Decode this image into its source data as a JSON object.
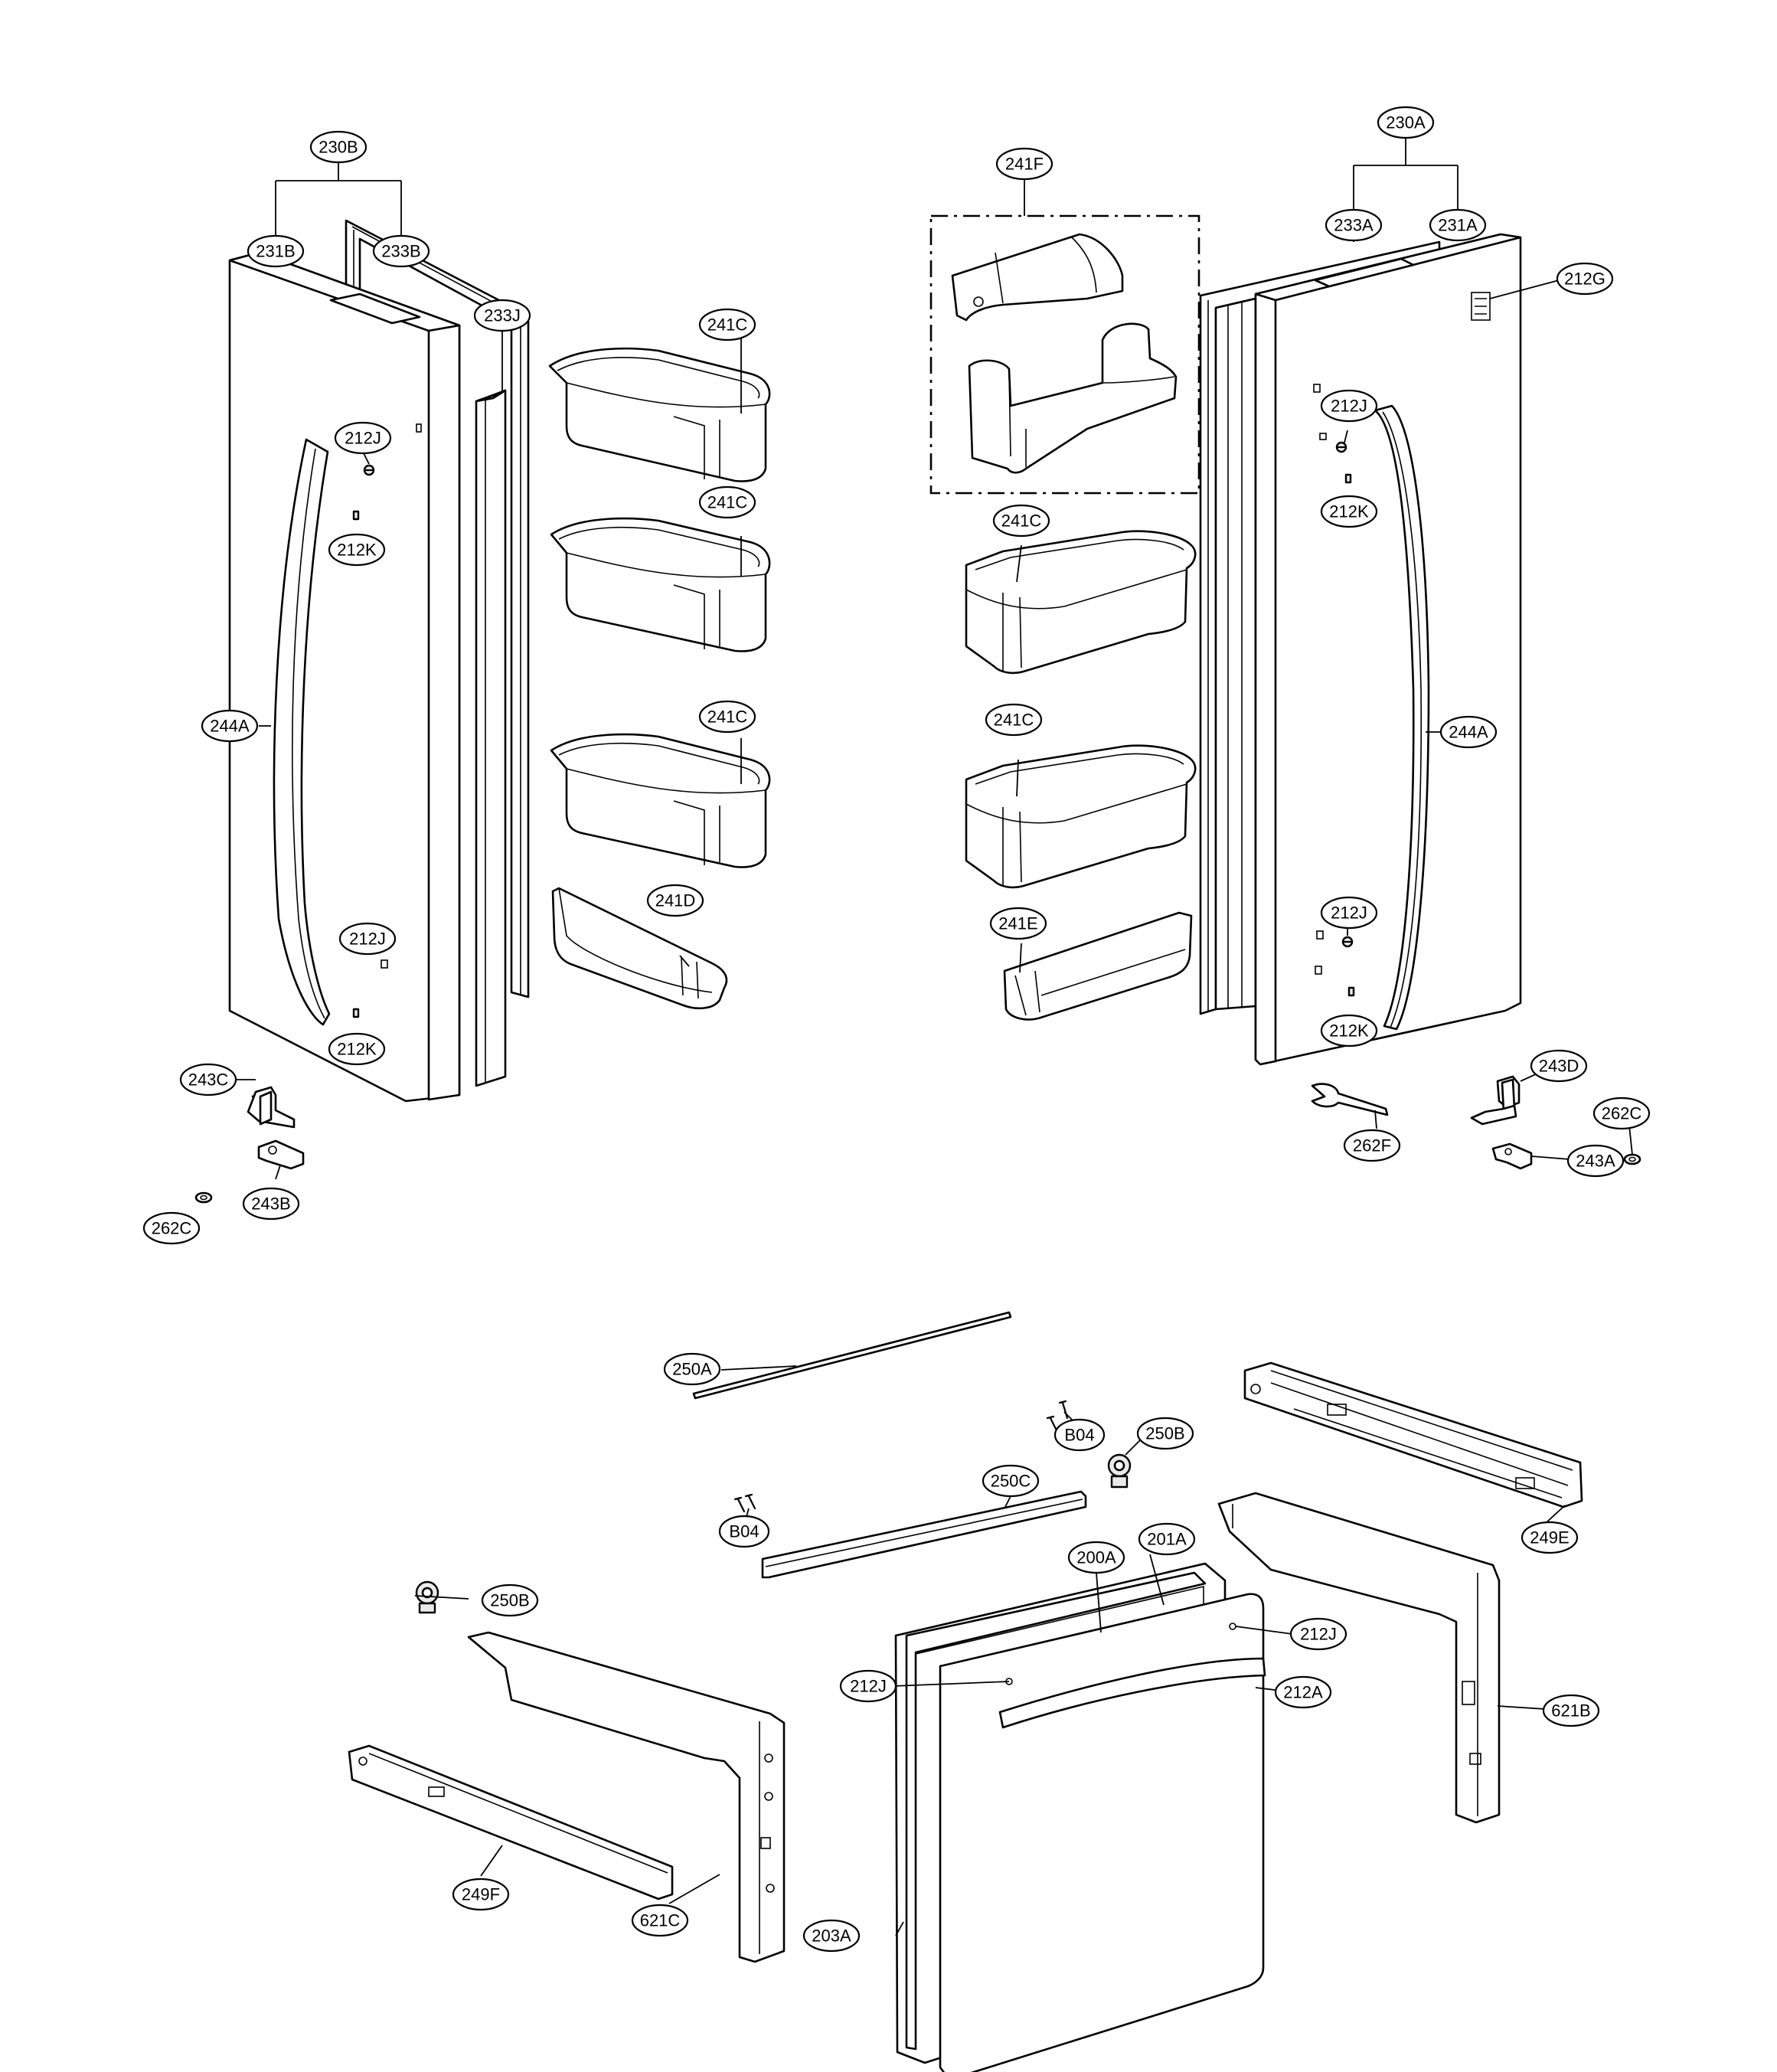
{
  "callouts": {
    "c230B": "230B",
    "c231B": "231B",
    "c233B": "233B",
    "c233J": "233J",
    "c212J_l1": "212J",
    "c212K_l1": "212K",
    "c244A_l": "244A",
    "c212J_l2": "212J",
    "c212K_l2": "212K",
    "c243C": "243C",
    "c243B": "243B",
    "c262C_l": "262C",
    "c241C_1": "241C",
    "c241C_2": "241C",
    "c241C_3": "241C",
    "c241D": "241D",
    "c241F": "241F",
    "c241C_4": "241C",
    "c241C_5": "241C",
    "c241E": "241E",
    "c230A": "230A",
    "c233A": "233A",
    "c231A": "231A",
    "c212G": "212G",
    "c212J_r1": "212J",
    "c212K_r1": "212K",
    "c244A_r": "244A",
    "c212J_r2": "212J",
    "c212K_r2": "212K",
    "c243D": "243D",
    "c262C_r": "262C",
    "c262F": "262F",
    "c243A": "243A",
    "c250A": "250A",
    "c250B_1": "250B",
    "c250B_2": "250B",
    "cB04_1": "B04",
    "cB04_2": "B04",
    "c250C": "250C",
    "c249E": "249E",
    "c200A": "200A",
    "c201A": "201A",
    "c212J_b1": "212J",
    "c212J_b2": "212J",
    "c212A": "212A",
    "c621B": "621B",
    "c203A": "203A",
    "c249F": "249F",
    "c621C": "621C"
  }
}
